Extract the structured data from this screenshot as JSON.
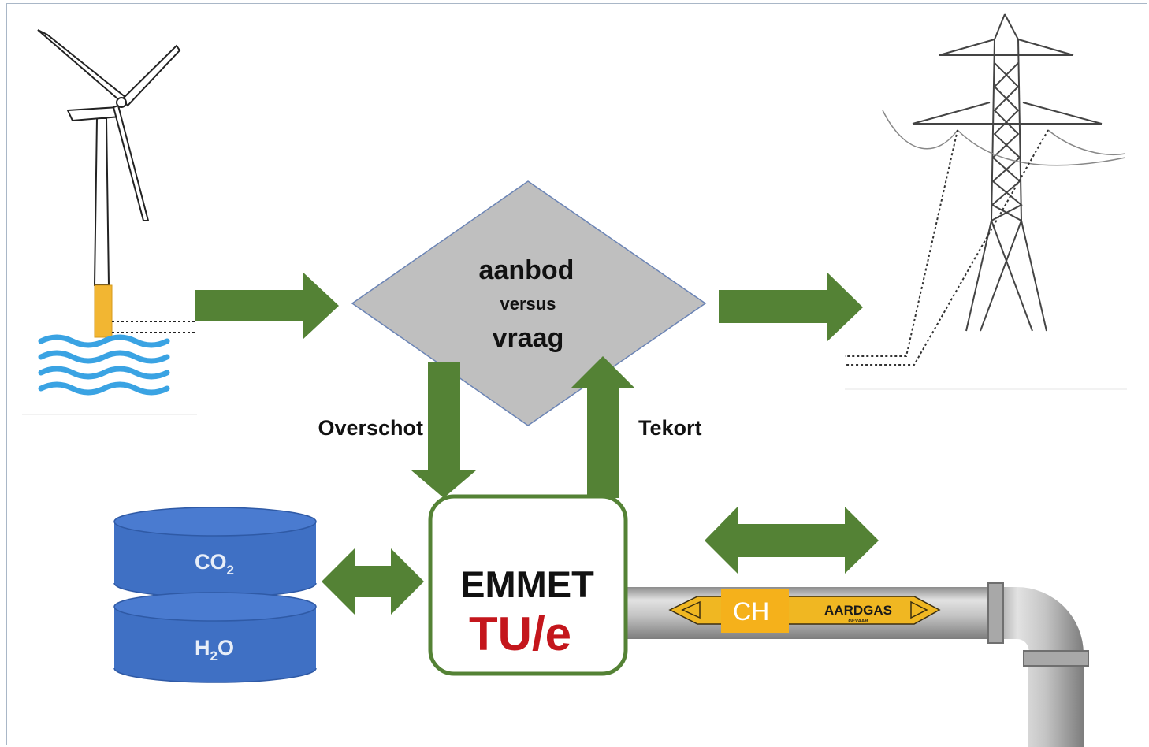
{
  "diamond": {
    "line1": "aanbod",
    "line2": "versus",
    "line3": "vraag"
  },
  "labels": {
    "surplus": "Overschot",
    "shortage": "Tekort"
  },
  "tanks": {
    "top": {
      "base": "CO",
      "sub": "2",
      "tail": ""
    },
    "bottom": {
      "base": "H",
      "sub": "2",
      "tail": "O"
    }
  },
  "center": {
    "title": "EMMET",
    "brand": "TU/e"
  },
  "pipe": {
    "tag_code": "CH",
    "tag_name": "AARDGAS",
    "tag_warning": "GEVAAR"
  },
  "colors": {
    "arrow_green": "#548235",
    "diamond_fill": "#bfbfbf",
    "diamond_stroke": "#6b84b5",
    "tank_blue": "#3f70c4",
    "water_blue": "#3aa3e3",
    "tower_gold": "#f2b632",
    "tue_red": "#c4161c",
    "pipe_grey": "#b3b3b3",
    "tag_yellow": "#f0b722"
  }
}
